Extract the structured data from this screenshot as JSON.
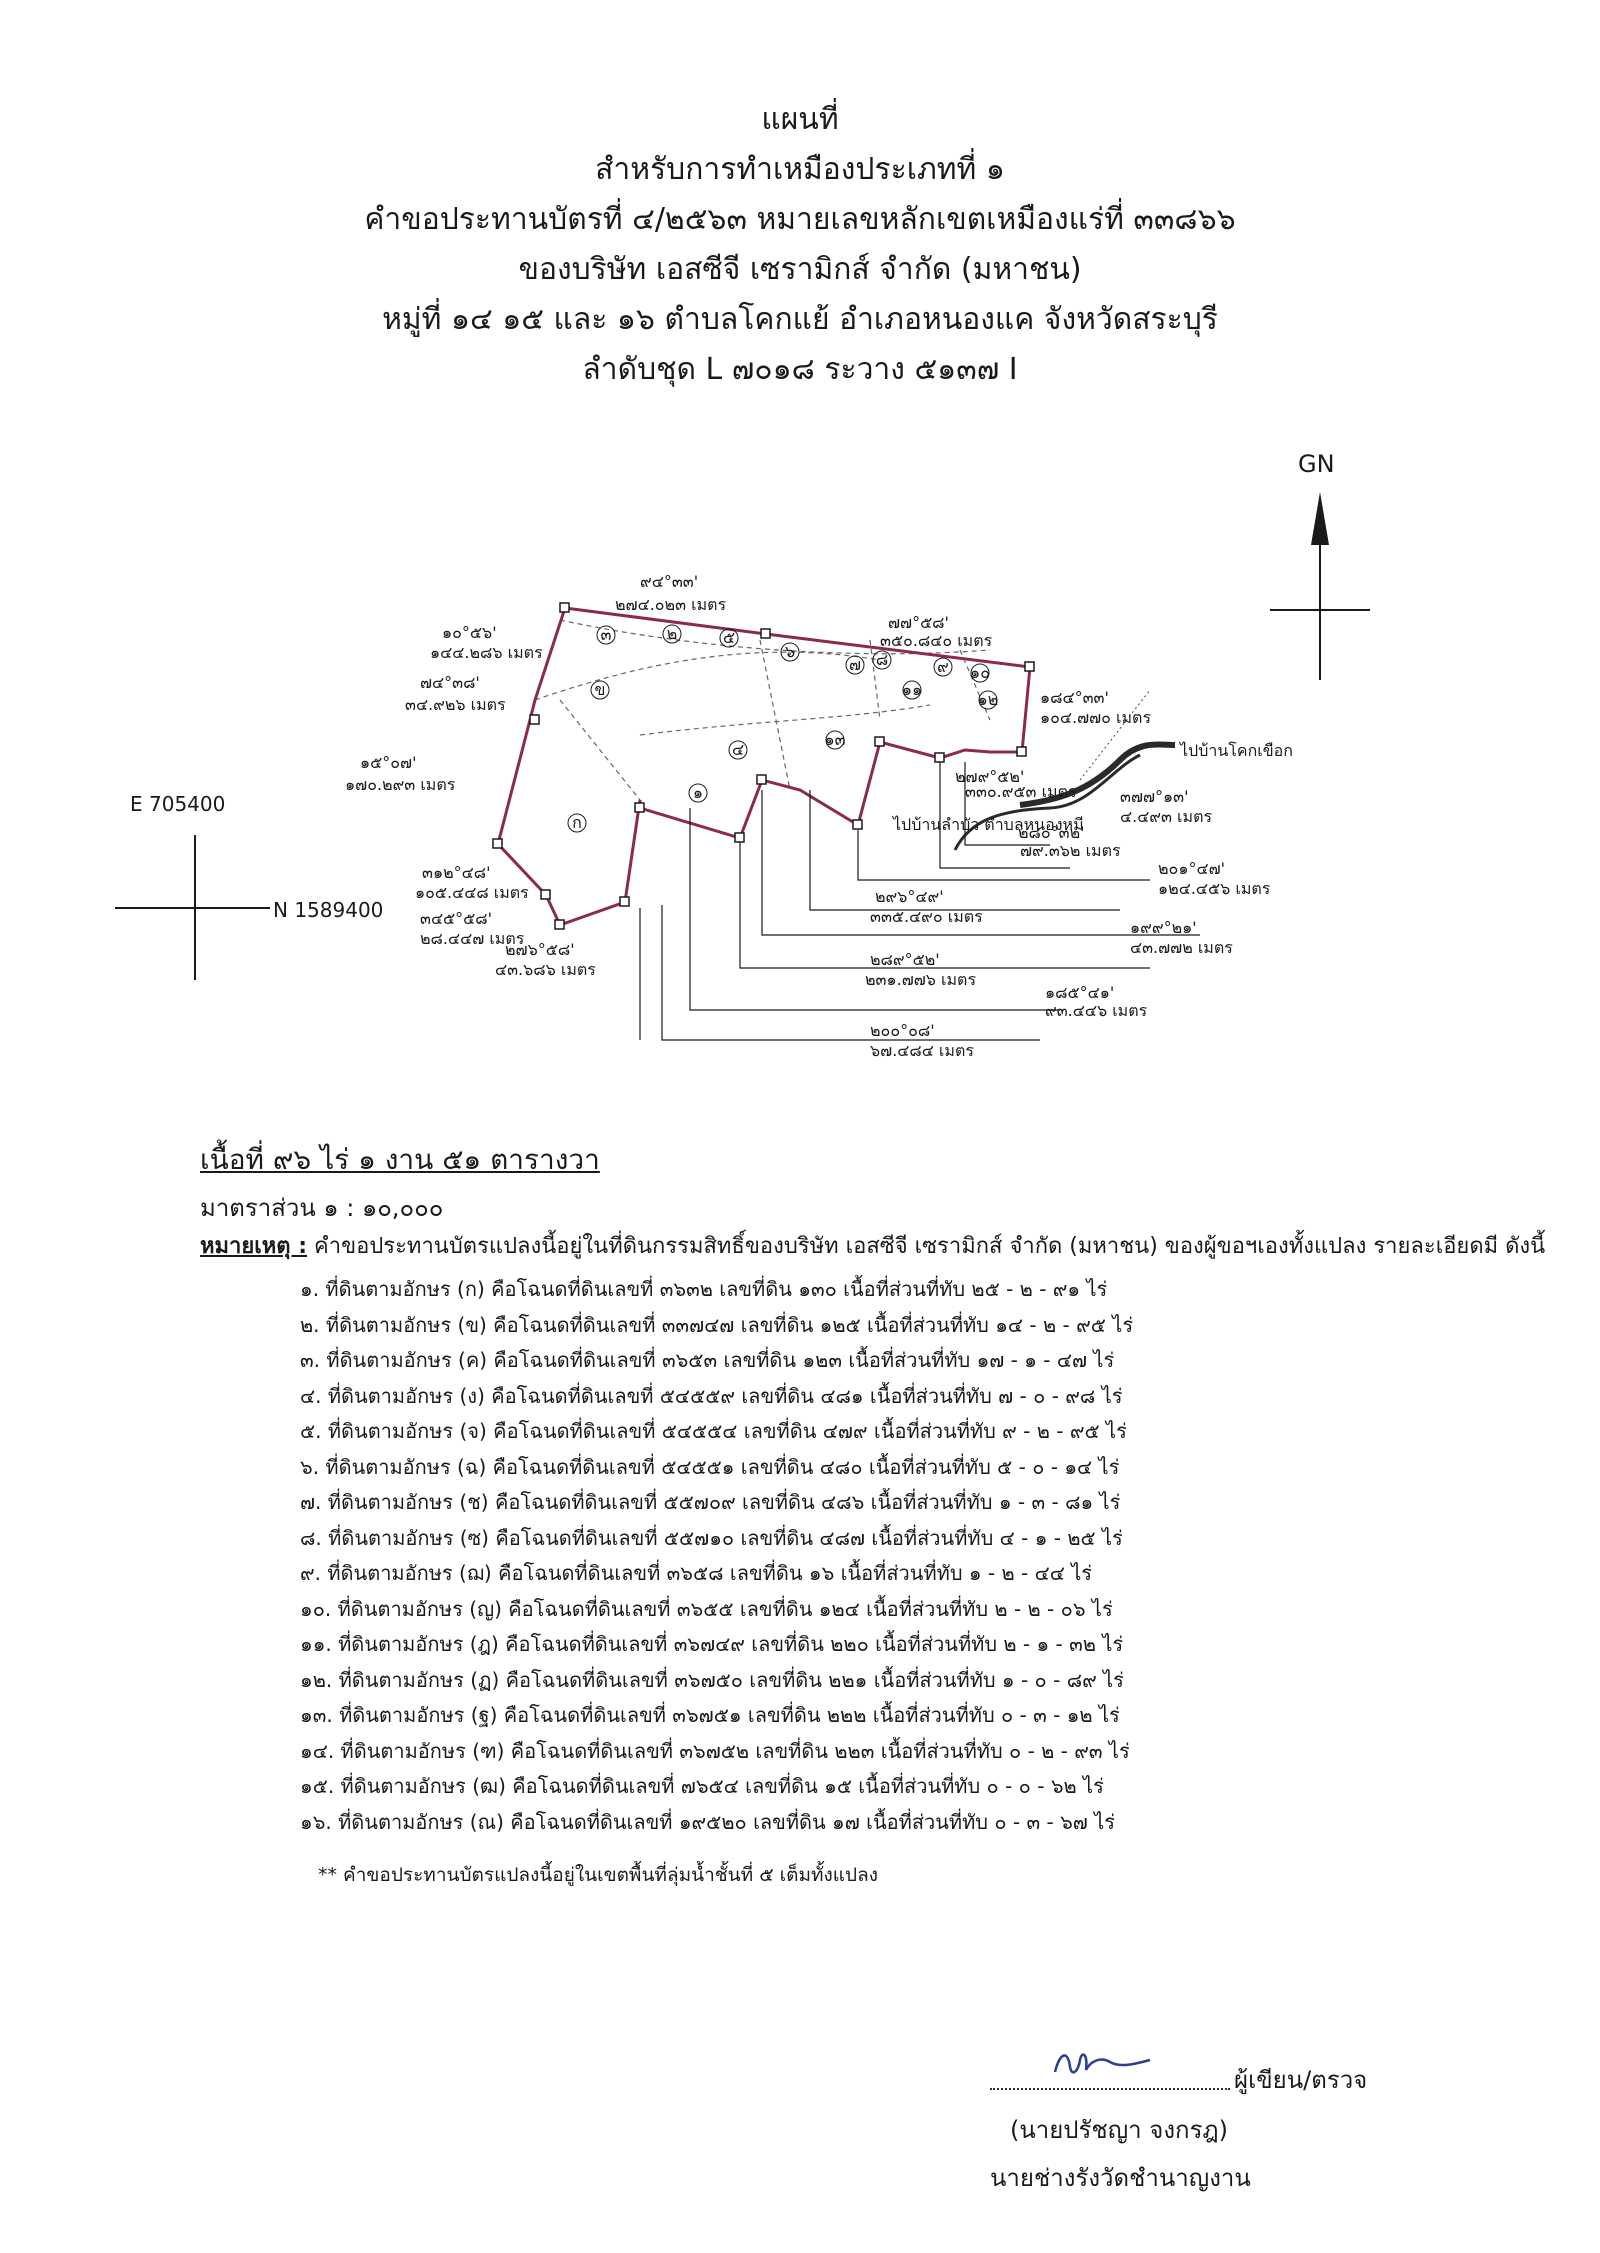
{
  "title": {
    "lines": [
      "แผนที่",
      "สำหรับการทำเหมืองประเภทที่ ๑",
      "คำขอประทานบัตรที่ ๔/๒๕๖๓ หมายเลขหลักเขตเหมืองแร่ที่ ๓๓๘๖๖",
      "ของบริษัท เอสซีจี เซรามิกส์ จำกัด (มหาชน)",
      "หมู่ที่ ๑๔ ๑๕ และ ๑๖ ตำบลโคกแย้ อำเภอหนองแค จังหวัดสระบุรี",
      "ลำดับชุด L ๗๐๑๘ ระวาง ๕๑๓๗ I"
    ]
  },
  "map": {
    "north_label": "GN",
    "easting_label": "E 705400",
    "northing_label": "N 1589400",
    "road_label": "ไปบ้านโคกเขือก",
    "village_label": "ไปบ้านลำบัว ตำบลหนองหมี",
    "parcel_marks": [
      "๓",
      "๒",
      "๕",
      "๖",
      "๗",
      "๘",
      "๙",
      "๑๐",
      "๑๑",
      "๑๒",
      "๑๓",
      "๔",
      "๑",
      "ก",
      "ข"
    ],
    "bearings": [
      {
        "angle": "๙๔°๓๓'",
        "dist": "๒๗๔.๐๒๓ เมตร"
      },
      {
        "angle": "๑๐°๕๖'",
        "dist": "๑๔๔.๒๘๖ เมตร"
      },
      {
        "angle": "๗๗°๕๘'",
        "dist": "๓๕๐.๘๔๐ เมตร"
      },
      {
        "angle": "๗๔°๓๘'",
        "dist": "๓๔.๙๒๖ เมตร"
      },
      {
        "angle": "๑๘๔°๓๓'",
        "dist": "๑๐๔.๗๗๐ เมตร"
      },
      {
        "angle": "๑๕°๐๗'",
        "dist": "๑๗๐.๒๙๓ เมตร"
      },
      {
        "angle": "๒๗๙°๕๒'",
        "dist": "๓๓๐.๙๕๓ เมตร"
      },
      {
        "angle": "๓๗๗°๑๓'",
        "dist": "๔.๔๙๓ เมตร"
      },
      {
        "angle": "๒๘๐°๓๒'",
        "dist": "๗๙.๓๖๒ เมตร"
      },
      {
        "angle": "๓๑๒°๔๘'",
        "dist": "๑๐๕.๔๔๘ เมตร"
      },
      {
        "angle": "๒๐๑°๔๗'",
        "dist": "๑๒๔.๔๕๖ เมตร"
      },
      {
        "angle": "๓๔๕°๕๘'",
        "dist": "๒๘.๔๔๗ เมตร"
      },
      {
        "angle": "๒๙๖°๔๙'",
        "dist": "๓๓๕.๔๙๐ เมตร"
      },
      {
        "angle": "๒๗๖°๕๘'",
        "dist": "๔๓.๖๘๖ เมตร"
      },
      {
        "angle": "๑๙๙°๒๑'",
        "dist": "๔๓.๗๗๒ เมตร"
      },
      {
        "angle": "๒๘๙°๕๒'",
        "dist": "๒๓๑.๗๗๖ เมตร"
      },
      {
        "angle": "๑๘๕°๔๑'",
        "dist": "๙๓.๔๔๖ เมตร"
      },
      {
        "angle": "๒๐๐°๐๘'",
        "dist": "๖๗.๔๘๔ เมตร"
      }
    ]
  },
  "area_text": "เนื้อที่ ๙๖ ไร่ ๑ งาน ๕๑ ตารางวา",
  "scale_text": "มาตราส่วน ๑ : ๑๐,๐๐๐",
  "note": {
    "label": "หมายเหตุ :",
    "text": "คำขอประทานบัตรแปลงนี้อยู่ในที่ดินกรรมสิทธิ์ของบริษัท เอสซีจี เซรามิกส์ จำกัด (มหาชน) ของผู้ขอฯเองทั้งแปลง รายละเอียดมี ดังนี้"
  },
  "parcels": [
    "๑. ที่ดินตามอักษร (ก) คือโฉนดที่ดินเลขที่ ๓๖๓๒ เลขที่ดิน ๑๓๐ เนื้อที่ส่วนที่ทับ ๒๕ - ๒ - ๙๑ ไร่",
    "๒. ที่ดินตามอักษร (ข) คือโฉนดที่ดินเลขที่ ๓๓๗๔๗ เลขที่ดิน ๑๒๕ เนื้อที่ส่วนที่ทับ ๑๔ - ๒ - ๙๕ ไร่",
    "๓. ที่ดินตามอักษร (ค) คือโฉนดที่ดินเลขที่ ๓๖๕๓ เลขที่ดิน ๑๒๓ เนื้อที่ส่วนที่ทับ ๑๗ - ๑ - ๔๗ ไร่",
    "๔. ที่ดินตามอักษร (ง) คือโฉนดที่ดินเลขที่ ๕๔๕๕๙ เลขที่ดิน ๔๘๑ เนื้อที่ส่วนที่ทับ ๗ - ๐ - ๙๘ ไร่",
    "๕. ที่ดินตามอักษร (จ) คือโฉนดที่ดินเลขที่ ๕๔๕๕๔ เลขที่ดิน ๔๗๙ เนื้อที่ส่วนที่ทับ ๙ - ๒ - ๙๕ ไร่",
    "๖. ที่ดินตามอักษร (ฉ) คือโฉนดที่ดินเลขที่ ๕๔๕๕๑ เลขที่ดิน ๔๘๐ เนื้อที่ส่วนที่ทับ ๕ - ๐ - ๑๔ ไร่",
    "๗. ที่ดินตามอักษร (ช) คือโฉนดที่ดินเลขที่ ๕๕๗๐๙ เลขที่ดิน ๔๘๖ เนื้อที่ส่วนที่ทับ ๑ - ๓ - ๘๑ ไร่",
    "๘. ที่ดินตามอักษร (ซ) คือโฉนดที่ดินเลขที่ ๕๕๗๑๐ เลขที่ดิน ๔๘๗ เนื้อที่ส่วนที่ทับ ๔ - ๑ - ๒๕ ไร่",
    "๙. ที่ดินตามอักษร (ฌ) คือโฉนดที่ดินเลขที่ ๓๖๕๘ เลขที่ดิน ๑๖ เนื้อที่ส่วนที่ทับ ๑ - ๒ - ๔๔ ไร่",
    "๑๐. ที่ดินตามอักษร (ญ) คือโฉนดที่ดินเลขที่ ๓๖๕๕ เลขที่ดิน ๑๒๔ เนื้อที่ส่วนที่ทับ ๒ - ๒ - ๐๖ ไร่",
    "๑๑. ที่ดินตามอักษร (ฎ) คือโฉนดที่ดินเลขที่ ๓๖๗๔๙ เลขที่ดิน ๒๒๐ เนื้อที่ส่วนที่ทับ ๒ - ๑ - ๓๒ ไร่",
    "๑๒. ที่ดินตามอักษร (ฏ) คือโฉนดที่ดินเลขที่ ๓๖๗๕๐ เลขที่ดิน ๒๒๑ เนื้อที่ส่วนที่ทับ ๑ - ๐ - ๘๙ ไร่",
    "๑๓. ที่ดินตามอักษร (ฐ) คือโฉนดที่ดินเลขที่ ๓๖๗๕๑ เลขที่ดิน ๒๒๒ เนื้อที่ส่วนที่ทับ ๐ - ๓ - ๑๒ ไร่",
    "๑๔. ที่ดินตามอักษร (ฑ) คือโฉนดที่ดินเลขที่ ๓๖๗๕๒ เลขที่ดิน ๒๒๓ เนื้อที่ส่วนที่ทับ ๐ - ๒ - ๙๓ ไร่",
    "๑๕. ที่ดินตามอักษร (ฒ) คือโฉนดที่ดินเลขที่ ๗๖๕๔ เลขที่ดิน ๑๕ เนื้อที่ส่วนที่ทับ ๐ - ๐ - ๖๒ ไร่",
    "๑๖. ที่ดินตามอักษร (ณ) คือโฉนดที่ดินเลขที่ ๑๙๕๒๐ เลขที่ดิน ๑๗ เนื้อที่ส่วนที่ทับ ๐ - ๓ - ๖๗ ไร่"
  ],
  "footnote": "** คำขอประทานบัตรแปลงนี้อยู่ในเขตพื้นที่ลุ่มน้ำชั้นที่ ๕ เต็มทั้งแปลง",
  "signature": {
    "role": "ผู้เขียน/ตรวจ",
    "name": "(นายปรัชญา จงกรฎ)",
    "position": "นายช่างรังวัดชำนาญงาน"
  },
  "colors": {
    "boundary": "#8b2a4a",
    "road": "#2a2a2a",
    "ink": "#1a1a1a",
    "signature": "#2a3f8f"
  }
}
